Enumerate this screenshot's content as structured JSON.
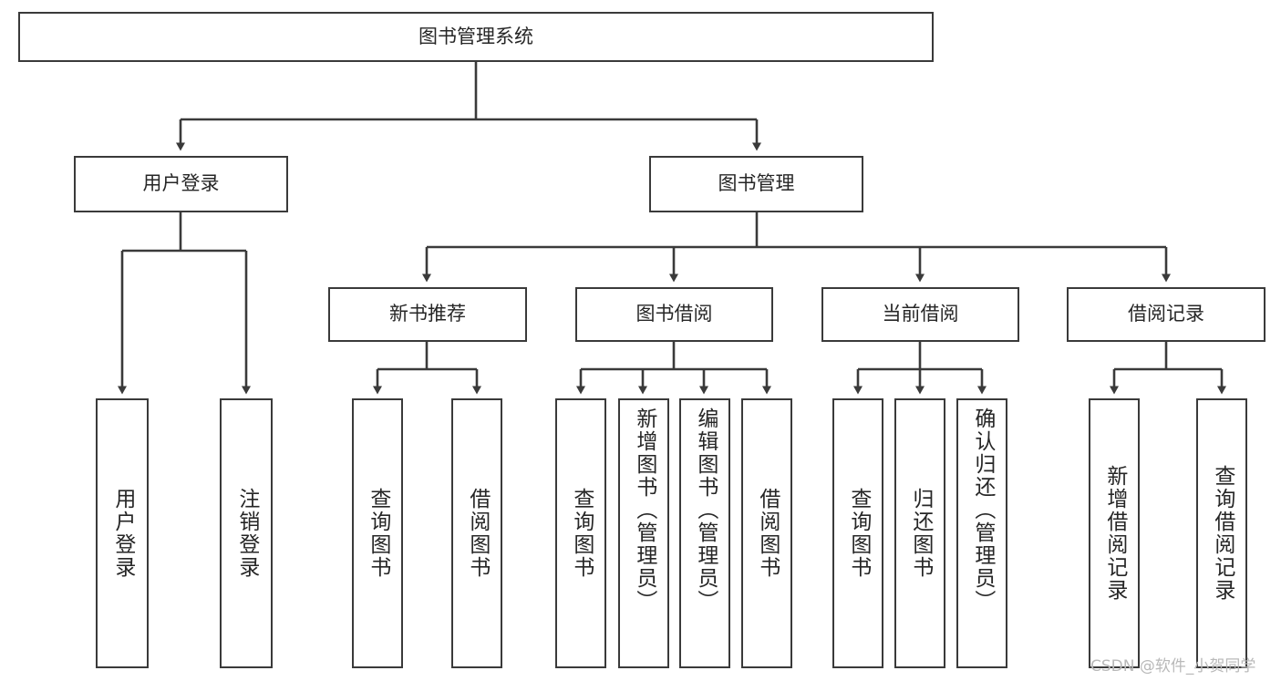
{
  "diagram": {
    "type": "tree",
    "title": "图书管理系统",
    "orientation": "top-down",
    "colors": {
      "box_border": "#3a3a3a",
      "box_fill": "#ffffff",
      "connector": "#3a3a3a",
      "text": "#262626",
      "watermark": "#b9b9b9"
    },
    "nodes": {
      "root": {
        "label": "图书管理系统",
        "level": 0
      },
      "l1": [
        {
          "id": "user-login",
          "label": "用户登录",
          "level": 1
        },
        {
          "id": "book-manage",
          "label": "图书管理",
          "level": 1
        }
      ],
      "l2": [
        {
          "id": "new-book-recommend",
          "label": "新书推荐",
          "level": 2,
          "parent": "book-manage"
        },
        {
          "id": "book-borrow",
          "label": "图书借阅",
          "level": 2,
          "parent": "book-manage"
        },
        {
          "id": "current-borrow",
          "label": "当前借阅",
          "level": 2,
          "parent": "book-manage"
        },
        {
          "id": "borrow-record",
          "label": "借阅记录",
          "level": 2,
          "parent": "book-manage"
        }
      ],
      "leaves": [
        {
          "id": "leaf-user-login",
          "label": "用户登录",
          "parent": "user-login"
        },
        {
          "id": "leaf-user-logout",
          "label": "注销登录",
          "parent": "user-login"
        },
        {
          "id": "leaf-query-book-1",
          "label": "查询图书",
          "parent": "new-book-recommend"
        },
        {
          "id": "leaf-borrow-book-1",
          "label": "借阅图书",
          "parent": "new-book-recommend"
        },
        {
          "id": "leaf-query-book-2",
          "label": "查询图书",
          "parent": "book-borrow"
        },
        {
          "id": "leaf-add-book",
          "label": "新增图书（管理员）",
          "parent": "book-borrow"
        },
        {
          "id": "leaf-edit-book",
          "label": "编辑图书（管理员）",
          "parent": "book-borrow"
        },
        {
          "id": "leaf-borrow-book-2",
          "label": "借阅图书",
          "parent": "book-borrow"
        },
        {
          "id": "leaf-query-book-3",
          "label": "查询图书",
          "parent": "current-borrow"
        },
        {
          "id": "leaf-return-book",
          "label": "归还图书",
          "parent": "current-borrow"
        },
        {
          "id": "leaf-confirm-return",
          "label": "确认归还（管理员）",
          "parent": "current-borrow"
        },
        {
          "id": "leaf-add-record",
          "label": "新增借阅记录",
          "parent": "borrow-record"
        },
        {
          "id": "leaf-query-record",
          "label": "查询借阅记录",
          "parent": "borrow-record"
        }
      ]
    }
  },
  "watermark": {
    "text": "CSDN @软件_小贺同学"
  }
}
